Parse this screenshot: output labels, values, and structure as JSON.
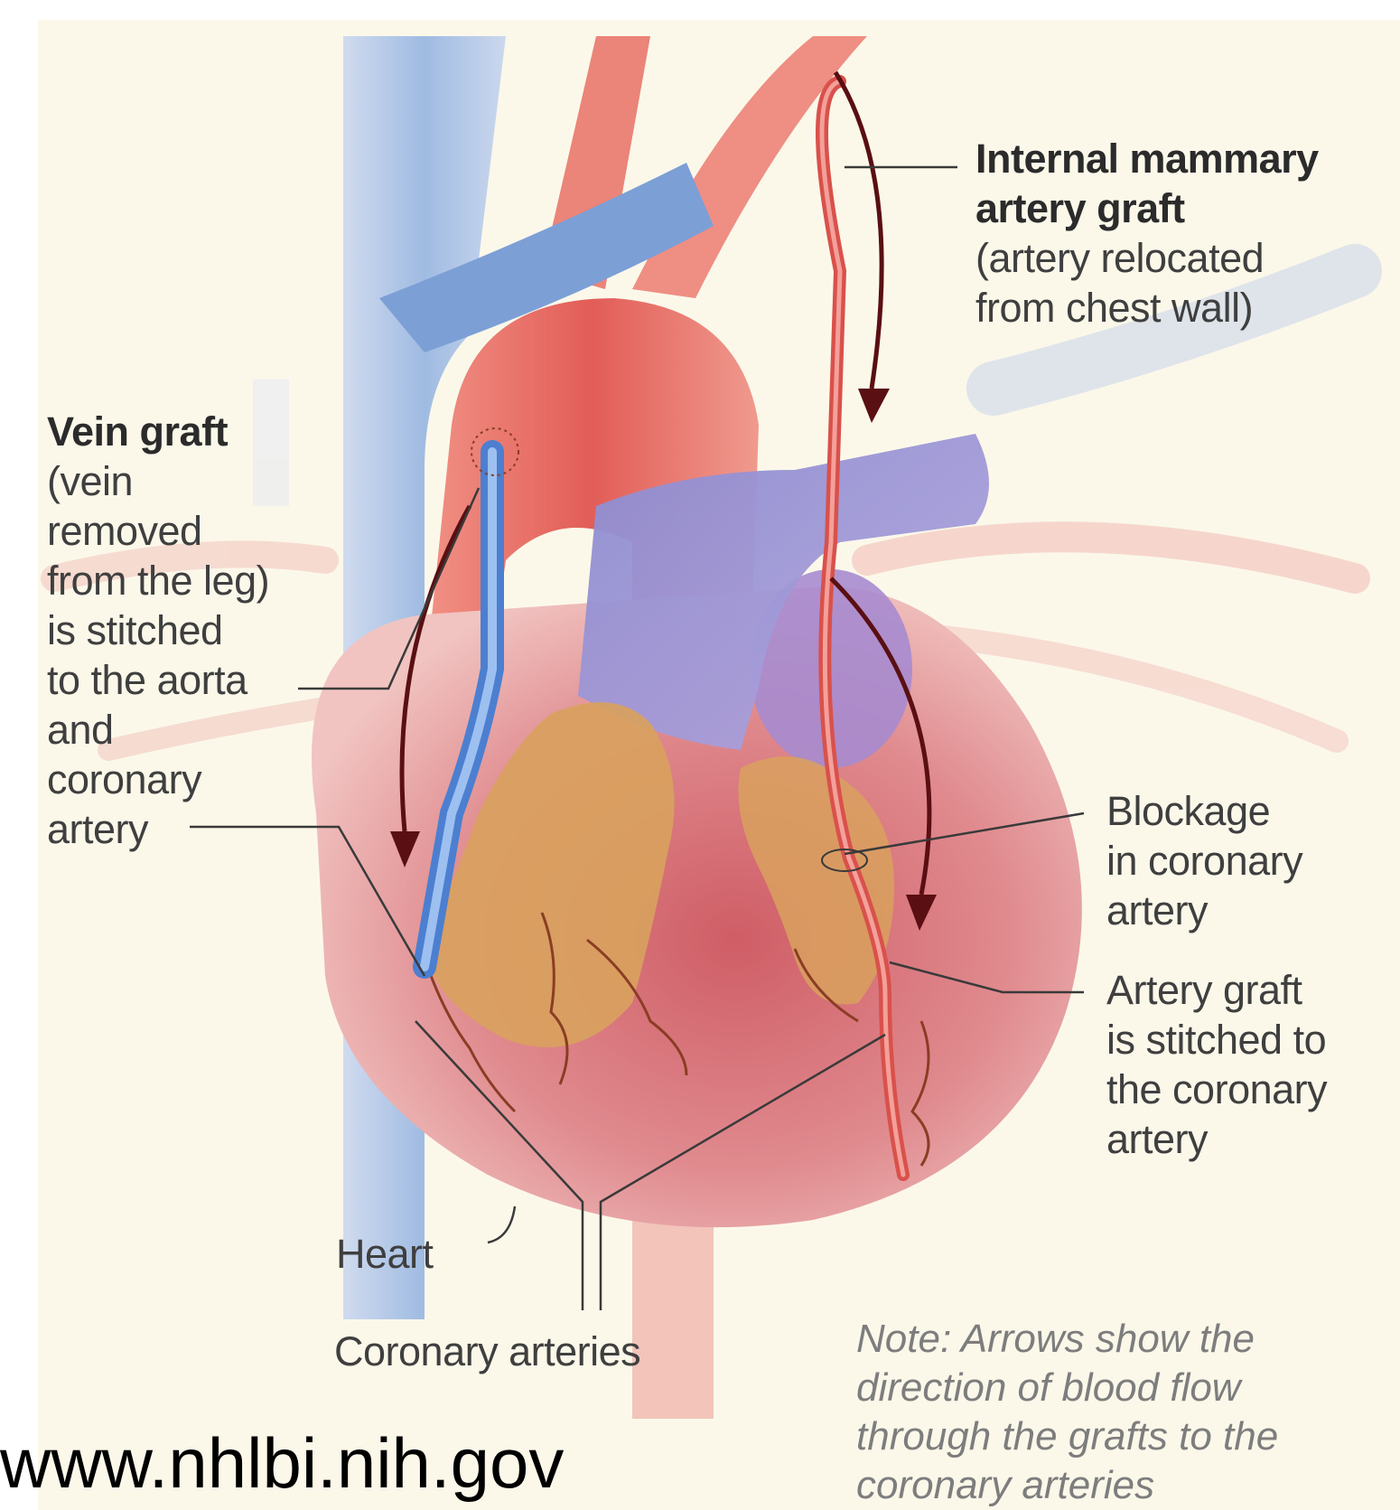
{
  "labels": {
    "internal_mammary_title": "Internal mammary\nartery graft",
    "internal_mammary_desc": "(artery relocated\nfrom chest wall)",
    "vein_graft_title": "Vein graft",
    "vein_graft_desc": "(vein\nremoved\nfrom the leg)\nis stitched\nto the aorta\nand\ncoronary\nartery",
    "blockage": "Blockage\nin coronary\nartery",
    "artery_graft": "Artery graft\nis stitched to\nthe coronary\nartery",
    "heart": "Heart",
    "coronary_arteries": "Coronary arteries"
  },
  "note": "Note: Arrows show the\ndirection of blood flow\nthrough the grafts to the\ncoronary arteries",
  "source": "www.nhlbi.nih.gov",
  "colors": {
    "background": "#fbf8ea",
    "artery": "#e06a63",
    "vein": "#7fa3d8",
    "heart_muscle": "#d76b70",
    "fat": "#d7a05c",
    "arrow": "#5a0f12"
  }
}
